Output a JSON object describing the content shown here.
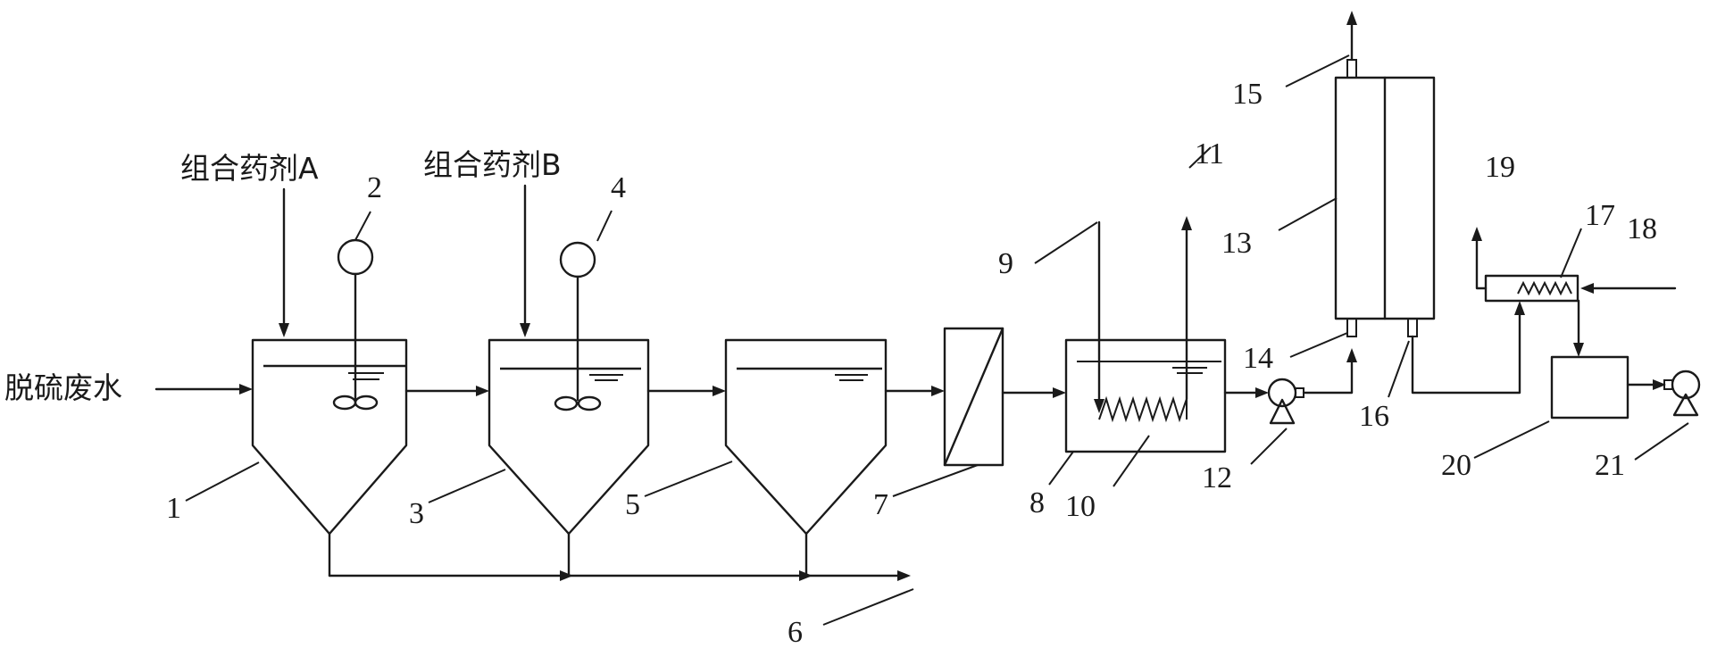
{
  "labels": {
    "inlet": "脱硫废水",
    "reagent_a": "组合药剂A",
    "reagent_b": "组合药剂B"
  },
  "callouts": [
    "1",
    "2",
    "3",
    "4",
    "5",
    "6",
    "7",
    "8",
    "9",
    "10",
    "11",
    "12",
    "13",
    "14",
    "15",
    "16",
    "17",
    "18",
    "19",
    "20",
    "21"
  ]
}
